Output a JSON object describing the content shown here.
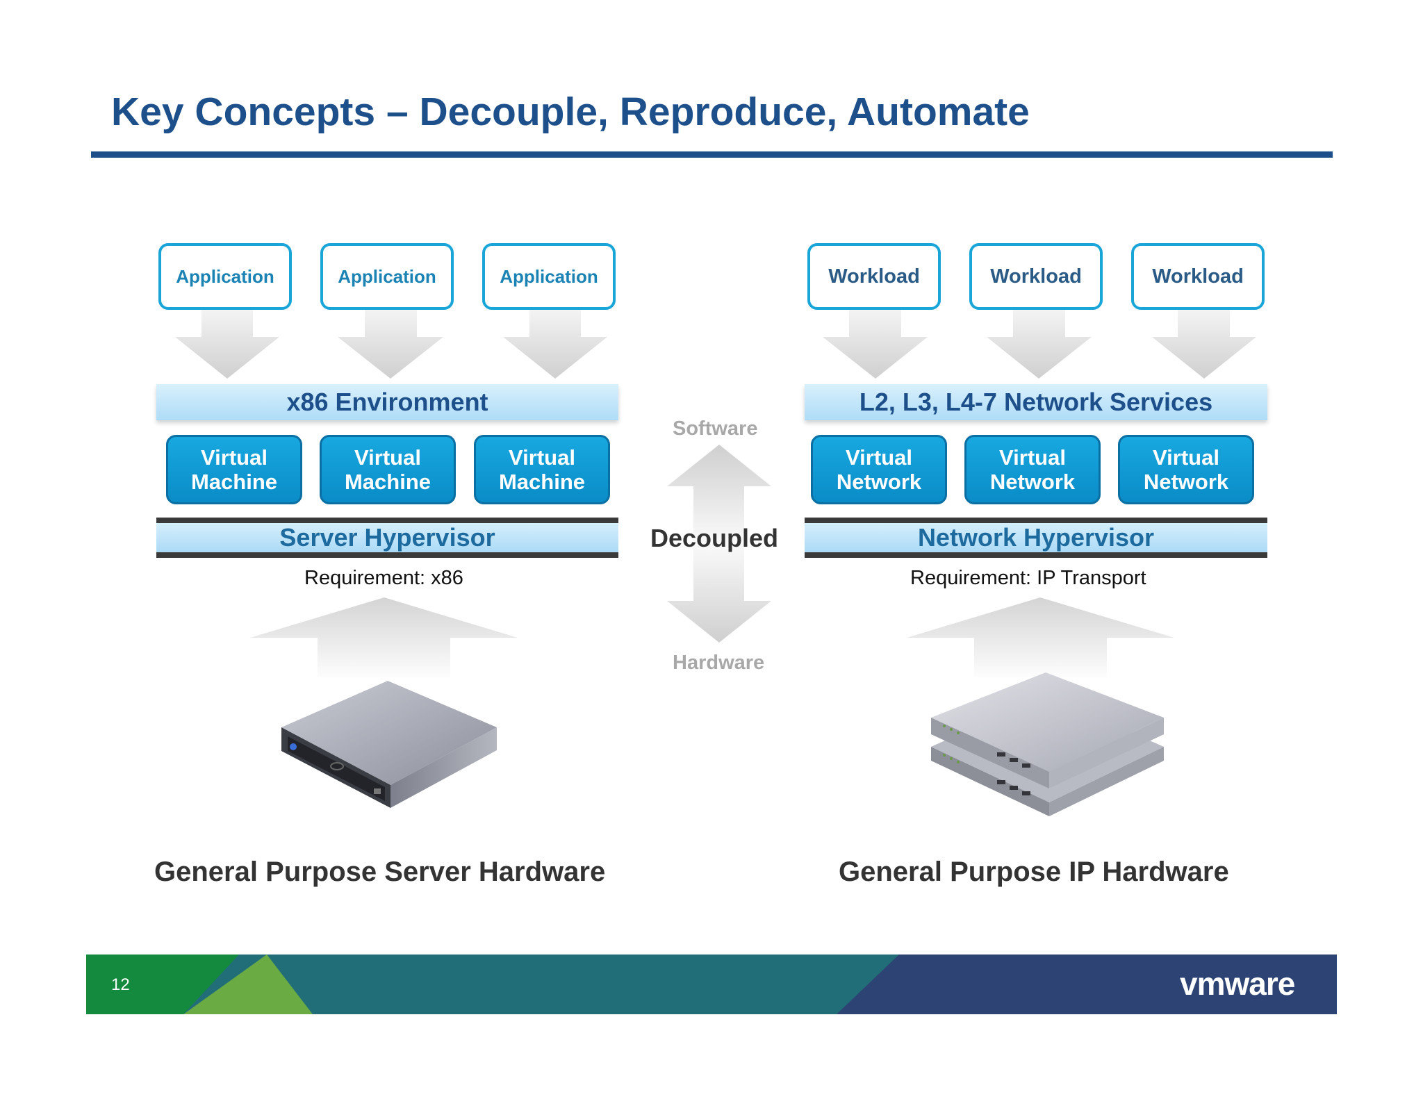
{
  "title": "Key Concepts – Decouple, Reproduce, Automate",
  "left": {
    "top_boxes": [
      "Application",
      "Application",
      "Application"
    ],
    "environment": "x86 Environment",
    "virtual_boxes": [
      {
        "line1": "Virtual",
        "line2": "Machine"
      },
      {
        "line1": "Virtual",
        "line2": "Machine"
      },
      {
        "line1": "Virtual",
        "line2": "Machine"
      }
    ],
    "hypervisor": "Server Hypervisor",
    "requirement": "Requirement: x86",
    "hardware_label": "General Purpose Server Hardware"
  },
  "right": {
    "top_boxes": [
      "Workload",
      "Workload",
      "Workload"
    ],
    "environment": "L2, L3, L4-7 Network Services",
    "virtual_boxes": [
      {
        "line1": "Virtual",
        "line2": "Network"
      },
      {
        "line1": "Virtual",
        "line2": "Network"
      },
      {
        "line1": "Virtual",
        "line2": "Network"
      }
    ],
    "hypervisor": "Network Hypervisor",
    "requirement": "Requirement: IP Transport",
    "hardware_label": "General Purpose IP Hardware"
  },
  "middle": {
    "software": "Software",
    "decoupled": "Decoupled",
    "hardware": "Hardware"
  },
  "footer": {
    "page_number": "12",
    "logo": "vmware"
  },
  "colors": {
    "title": "#1d4f8a",
    "box_border": "#1aa5d8",
    "virtual_fill": "#0a8cc7",
    "band_fill": "#aedcf7",
    "footer_green": "#138a3e",
    "footer_teal": "#216e78",
    "footer_navy": "#2d4374"
  }
}
